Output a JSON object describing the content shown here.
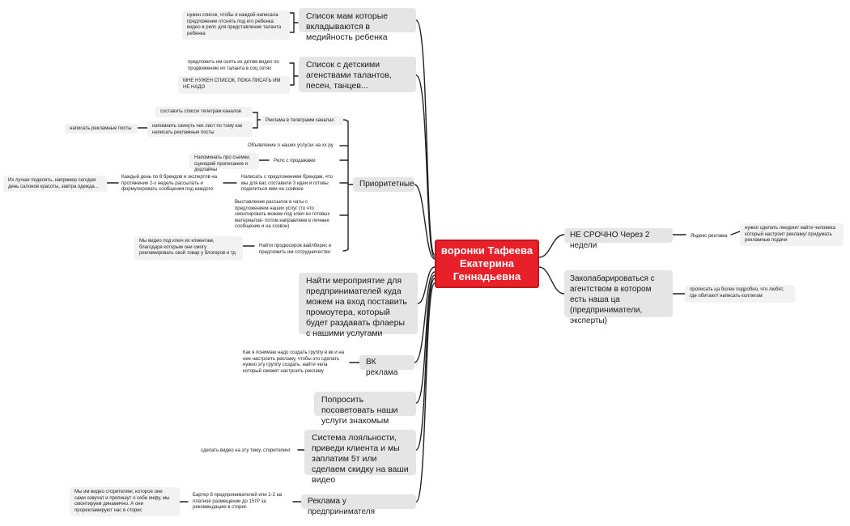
{
  "center": {
    "title": "воронки Тафеева Екатерина Геннадьевна"
  },
  "right": {
    "urgent": {
      "label": "НЕ СРОЧНО Через 2 недели",
      "child": "Яндекс реклама",
      "note": "нужно сделать лендинг/ найти человека который настроит рекламу/ придумать рекламные подачи"
    },
    "agency": {
      "label": "Заколабарироваться с агентством в котором есть наша ца (предприниматели, эксперты)",
      "note": "прописать ца более подробно, что любят, где обитают/ написать коллегам"
    }
  },
  "left": {
    "moms": {
      "label": "Список мам которые вкладываются в медийность ребенка",
      "note": "нужен список, чтобы я каждой написала предложение отснять под его ребенка видео в рилс для представление таланта ребенка"
    },
    "agencies": {
      "label": "Список с детскими агенствами талантов, песен, танцев...",
      "note1": "предложить им снять их детям видео по продвижению их таланта в соц сетях",
      "note2": "МНЕ НУЖЕН СПИСОК, ПОКА ПИСАТЬ ИМ НЕ НАДО"
    },
    "priority": {
      "label": "Приоритетные",
      "tg": {
        "label": "Реклама в телеграмм каналах",
        "c1": "составить список телеграм каналов",
        "c2": "напомнить скинуть чек лист по тому как написать рекламные посты",
        "c2child": "написать рекламные посты"
      },
      "announce": "Объявление о наших услугах на хх ру",
      "reels": {
        "label": "Рилс с продажами",
        "child": "Напоминать про съемки, сценарий прописание и дедлайны"
      },
      "brands": {
        "label": "Написать с предложением брендам, что мы для вас составили 3 идеи и готовы поделиться ими на созвоне",
        "child": "Каждый день по 8 брендов и экспертов на протяжении 2-х недель рассылать  и формулировать сообщения под каждого",
        "grandchild": "Их лучше поделить, например сегодня день салонов красоты, завтра одежда..."
      },
      "mailing": "Выставление рассылок в чаты с предложением наших услуг (то что смонтировать можем под ключ из готовых материалов- потом направляем  в личные сообщение и на созвон)",
      "producers": {
        "label": "Найти продюсеров вайлберис и предложить им сотрудничество",
        "child": "Мы видео под ключ их клиентам, благодаря которым они смогу рекламировать свой товар у блогеров и тд"
      }
    },
    "event": {
      "label": "Найти мероприятие для предпринимателей куда можем на вход поставить промоутера, который будет раздавать флаеры с нашими услугами"
    },
    "vk": {
      "label": "ВК реклама",
      "note": "Как я понимаю надо создать группу в вк и на нее настроить рекламу, чтобы это сделать нужно эту группу создать. найти чела который сможет настроить рекламу"
    },
    "friends": {
      "label": "Попросить посоветовать наши услуги знакомым"
    },
    "loyalty": {
      "label": "Система лояльности, приведи клиента и мы заплатим 5т или сделаем скидку на ваши видео",
      "note": "сделать видео на эту тему, сторителинг"
    },
    "entrepreneur": {
      "label": "Реклама у предпринимателя",
      "note": "Бартер 8 предпринимателей или 1-2 на платное размещение до 15тР за рекомендацию в сторис",
      "child": "Мы им видео сторителинг, которое они сами озвучат и пропишут о себе инфу, мы смонтируем динамично.  А они прорекламируют нас в сторис"
    }
  }
}
